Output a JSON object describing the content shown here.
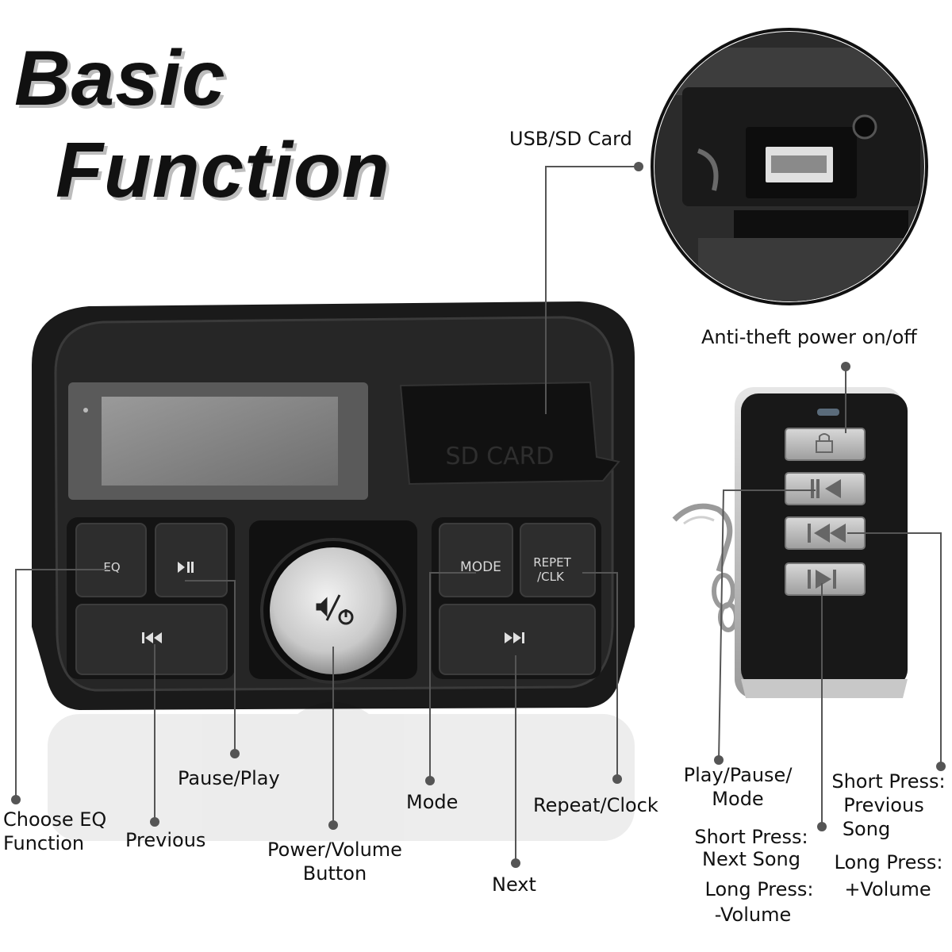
{
  "title": {
    "line1": "Basic",
    "line2": "Function"
  },
  "device": {
    "sd_cover_text": "SD CARD",
    "buttons": {
      "eq": "EQ",
      "play_pause_icon": "play-pause-icon",
      "mode": "MODE",
      "repeat_clk_line1": "REPET",
      "repeat_clk_line2": "/CLK",
      "prev_icon": "previous-icon",
      "next_icon": "next-icon",
      "power_volume_icon": "power-volume-icon"
    }
  },
  "labels": {
    "usb_sd_card": "USB/SD Card",
    "anti_theft": "Anti-theft power on/off",
    "choose_eq": [
      "Choose EQ",
      "Function"
    ],
    "previous": "Previous",
    "pause_play": "Pause/Play",
    "power_volume": [
      "Power/Volume",
      "Button"
    ],
    "mode": "Mode",
    "next": "Next",
    "repeat_clock": "Repeat/Clock",
    "remote_play_pause_mode": [
      "Play/Pause/",
      "Mode"
    ],
    "remote_next": [
      "Short Press:",
      "Next Song",
      "Long Press:",
      "-Volume"
    ],
    "remote_previous": [
      "Short Press:",
      "Previous",
      "Song",
      "Long Press:",
      "+Volume"
    ]
  },
  "colors": {
    "device_body": "#1c1c1c",
    "button": "#2a2a2a",
    "lcd": "#8a8a8a",
    "knob": "#cfcfcf",
    "remote_button": "#b9b9b9",
    "leader_line": "#555555"
  }
}
